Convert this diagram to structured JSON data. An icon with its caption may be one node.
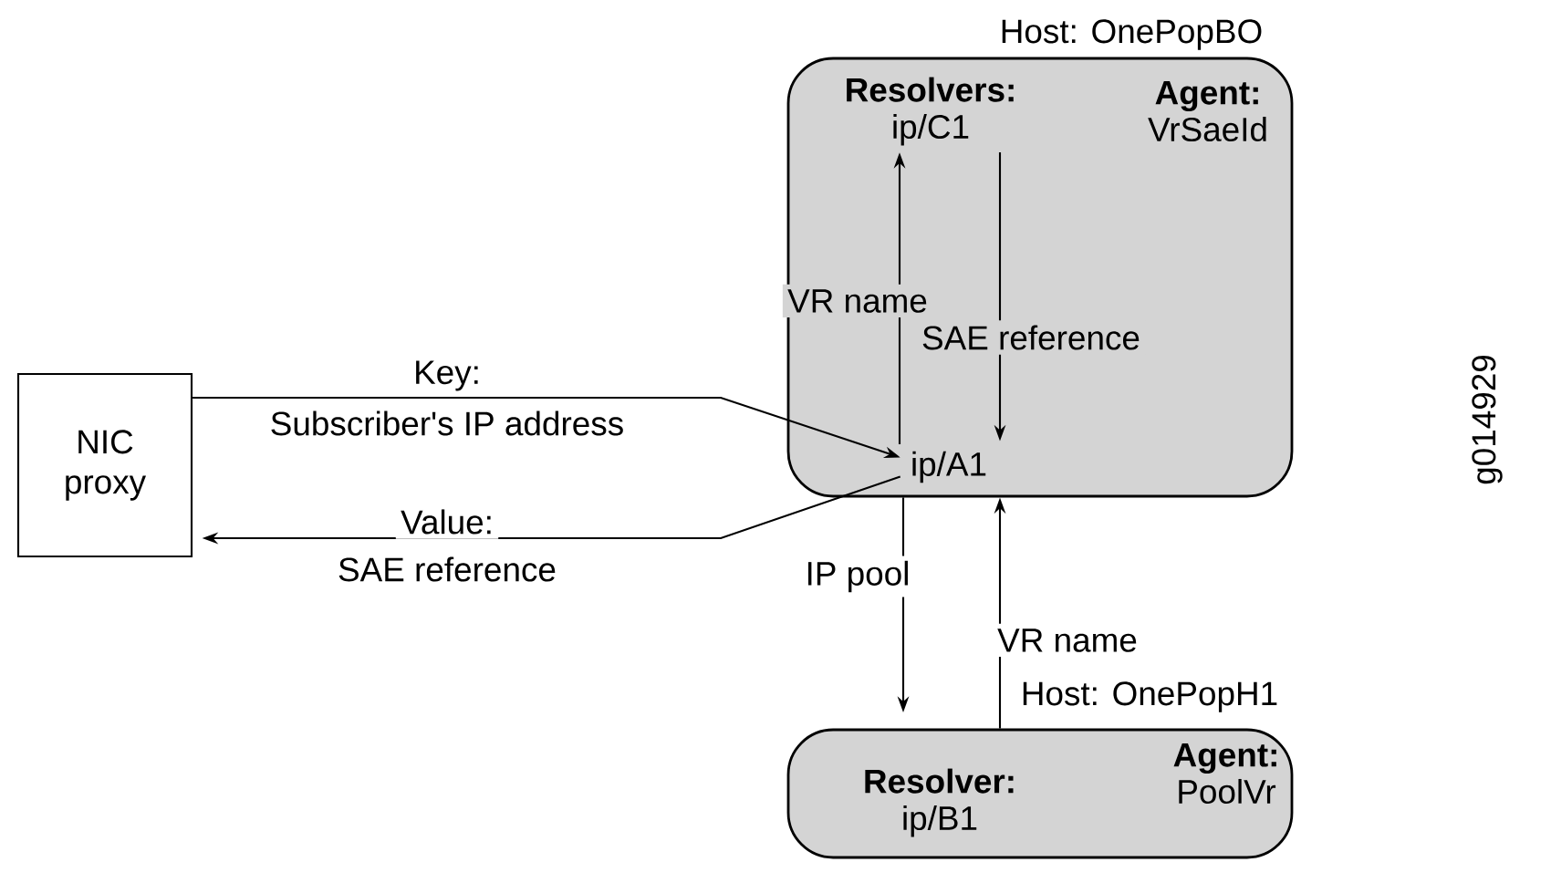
{
  "diagram": {
    "nodes": [
      {
        "text": [
          "Host: OnePopBO",
          "Agent:",
          "VrSaeId"
        ]
      },
      {
        "text": [
          "Resolvers:",
          "ip/C1"
        ],
        "in": 0
      },
      {
        "text": [
          "ip/A1"
        ],
        "in": 0
      },
      {
        "text": [
          "NIC proxy"
        ]
      },
      {
        "text": [
          "Host: OnePopH1",
          "Agent:",
          "PoolVr"
        ]
      },
      {
        "text": [
          "Resolver:",
          "ip/B1"
        ],
        "in": 4
      }
    ],
    "edges": [
      {
        "from": 2,
        "to": 1,
        "arrow": "to",
        "label": "VR name"
      },
      {
        "from": 1,
        "to": 2,
        "arrow": "to",
        "label": "SAE reference"
      },
      {
        "from": 3,
        "to": 2,
        "arrow": "to",
        "label": "Key:"
      },
      {
        "from": 2,
        "to": 3,
        "arrow": "to",
        "label": "Value:"
      },
      {
        "from": 0,
        "to": 4,
        "arrow": "to",
        "label": "IP pool"
      },
      {
        "from": 4,
        "to": 0,
        "arrow": "to",
        "label": "VR name"
      }
    ],
    "labels": [
      "Subscriber's IP address",
      "SAE reference",
      "g014929"
    ]
  }
}
